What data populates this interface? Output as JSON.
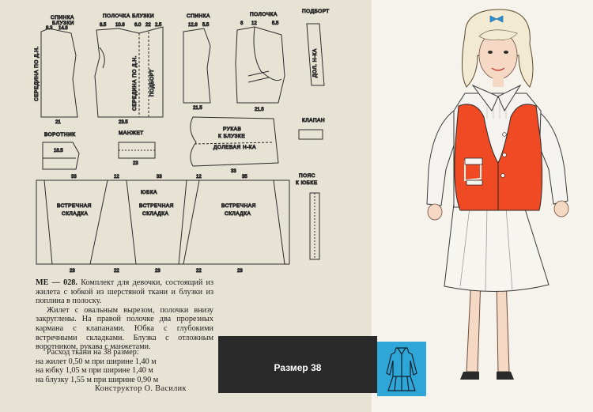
{
  "patterns": {
    "spinka_bluzki": "СПИНКА БЛУЗКИ",
    "polochka_bluzki": "ПОЛОЧКА БЛУЗКИ",
    "spinka": "СПИНКА",
    "polochka": "ПОЛОЧКА",
    "podbort": "ПОДБОРТ",
    "vorotnik": "ВОРОТНИК",
    "manzhet": "МАНЖЕТ",
    "rukav": "РУКАВ К БЛУЗКЕ",
    "dolevaya": "ДОЛЕВАЯ Н-КА",
    "klapan": "КЛАПАН",
    "poyas": "ПОЯС К ЮБКЕ",
    "yubka": "ЮБКА",
    "vstrechnaya": "ВСТРЕЧНАЯ СКЛАДКА",
    "seredina": "СЕРЕДИНА ПО Д.Н.",
    "dol_nka": "ДОЛ. Н-КА"
  },
  "description": {
    "code": "МЕ — 028.",
    "intro": "Комплект для девочки, состоящий из жилета с юбкой из шерстяной ткани и блузки из поплина в полоску.",
    "details": "Жилет с овальным вырезом, полочки внизу закруглены. На правой полочке два прорезных кармана с клапанами. Юбка с глубокими встречными складками. Блузка с отложным воротником, рукава с манжетами."
  },
  "fabric": {
    "heading": "Расход ткани на 38 размер:",
    "lines": [
      "на жилет 0,50 м при ширине 1,40 м",
      "на юбку 1,05 м при ширине 1,40 м",
      "на блузку 1,55 м при ширине 0,90 м"
    ]
  },
  "constructor": "Конструктор О. Василик",
  "size_label": "Размер 38",
  "colors": {
    "vest": "#ef4a24",
    "thumbnail": "#2fa6d8",
    "size_box": "#2a2a2a",
    "bow": "#2b8fd6"
  }
}
